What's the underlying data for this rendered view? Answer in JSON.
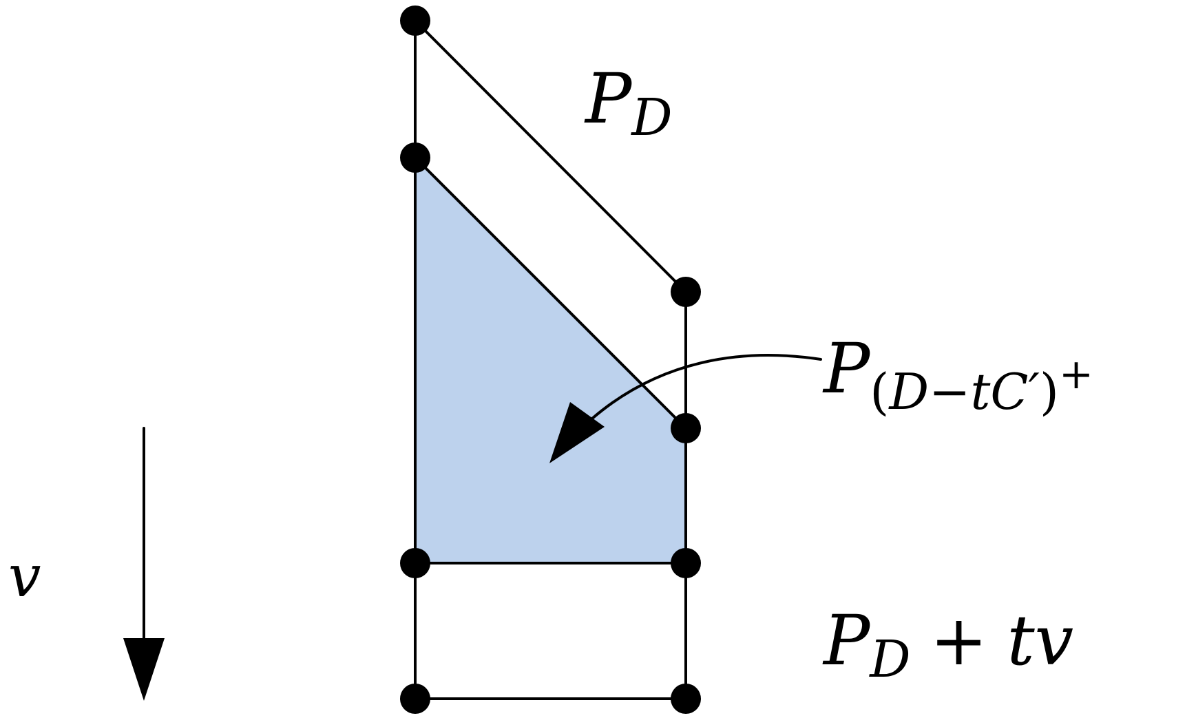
{
  "colors": {
    "region_fill": "#bdd2ed",
    "stroke": "#000000",
    "background": "#ffffff"
  },
  "labels": {
    "direction_vector": "v",
    "polytope_main": "P",
    "polytope_main_sub": "D",
    "polytope_shrunk": "P",
    "polytope_shrunk_sub_open": "(",
    "polytope_shrunk_sub_D": "D",
    "polytope_shrunk_sub_minus": "−",
    "polytope_shrunk_sub_t": "t",
    "polytope_shrunk_sub_C": "C′",
    "polytope_shrunk_sub_close": ")",
    "polytope_shrunk_sup": "+",
    "polytope_translated": "P",
    "polytope_translated_sub": "D",
    "polytope_translated_plus": "+",
    "polytope_translated_tv": "tv"
  },
  "icons": {
    "direction_arrow": "arrow-down-icon",
    "callout_arrow": "curved-arrow-icon"
  }
}
